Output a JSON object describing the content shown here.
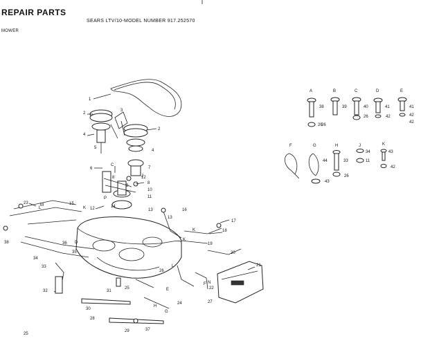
{
  "header": {
    "title": "REPAIR PARTS",
    "model_line": "SEARS LTV/10-MODEL NUMBER 917.252570",
    "section": "MOWER"
  },
  "footer": {
    "page": "25"
  },
  "hardware_labels": {
    "letters": [
      "A",
      "B",
      "C",
      "D",
      "E",
      "F",
      "G",
      "H",
      "J",
      "K"
    ],
    "numbers": [
      "38",
      "39",
      "40",
      "41",
      "41",
      "42",
      "26",
      "42",
      "42",
      "44",
      "33",
      "34",
      "11",
      "43",
      "43",
      "26",
      "26",
      "26",
      "42"
    ]
  },
  "callouts": [
    "1",
    "2",
    "3",
    "2",
    "4",
    "5",
    "4",
    "6",
    "7",
    "8",
    "10",
    "11",
    "12",
    "13",
    "14",
    "15",
    "16",
    "17",
    "18",
    "19",
    "20",
    "21",
    "22",
    "23",
    "24",
    "25",
    "26",
    "27",
    "28",
    "29",
    "30",
    "31",
    "32",
    "33",
    "34",
    "35",
    "36",
    "37",
    "38",
    "9",
    "8",
    "12",
    "13",
    "K",
    "K",
    "M",
    "N",
    "L",
    "P",
    "E",
    "F",
    "G",
    "C",
    "D",
    "H",
    "J",
    "K",
    "L"
  ]
}
